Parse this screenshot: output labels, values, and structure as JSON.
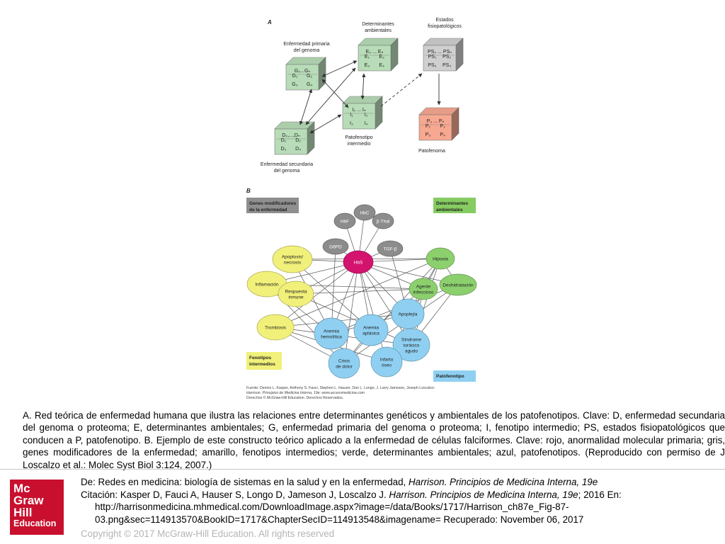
{
  "figure": {
    "panelA": {
      "label": "A",
      "primary_title": [
        "Enfermedad primaria",
        "del genoma"
      ],
      "primary_top": "G₀...Gₙ",
      "primary_cells": [
        "G₁",
        "G₂",
        "G₃",
        "G₄"
      ],
      "env_title": [
        "Determinantes",
        "ambientales"
      ],
      "env_top": "E₀ ... Eₙ",
      "env_cells": [
        "E₁",
        "E₂",
        "E₃",
        "E₄"
      ],
      "ps_title": [
        "Estados",
        "fisiopatológicos"
      ],
      "ps_top": "PS₀ ... PSₙ",
      "ps_cells": [
        "PS₁",
        "PS₂",
        "PS₃",
        "PS₄"
      ],
      "int_top": "I₀ ... Iₙ",
      "int_cells": [
        "I₁",
        "I₂",
        "I₃",
        "I₄"
      ],
      "int_label": [
        "Patofenotipo",
        "intermedio"
      ],
      "sec_top": "D₀,...,Dₙ",
      "sec_cells": [
        "D₁",
        "D₂",
        "D₃",
        "D₄"
      ],
      "sec_label": [
        "Enfermedad secundaria",
        "del genoma"
      ],
      "pheno_top": "P₀ ... Pₙ",
      "pheno_cells": [
        "P₁",
        "P₂",
        "P₃",
        "P₄"
      ],
      "pheno_label": "Patofenoma"
    },
    "panelB": {
      "label": "B",
      "legend_modifiers": [
        "Genes modificadores",
        "de la enfermedad"
      ],
      "legend_environment": [
        "Determinantes",
        "ambientales"
      ],
      "legend_intermediate": [
        "Fenotipos",
        "intermedios"
      ],
      "legend_pathophenotype": "Patofenotipo",
      "nodes": {
        "hbs": "HbS",
        "hbf": "HbF",
        "hbc": "HbC",
        "bthal": "β-Thal",
        "g6pd": "G6PD",
        "tgfb": "TGF-β",
        "apoptosis": [
          "Apoptosis/",
          "necrosis"
        ],
        "inflamacion": "Inflamación",
        "respuesta": [
          "Respuesta",
          "inmune"
        ],
        "trombosis": "Trombosis",
        "hipoxia": "Hipoxia",
        "agente": [
          "Agente",
          "infeccioso"
        ],
        "deshidratacion": "Deshidratación",
        "apoplejia": "Apoplejía",
        "anemia_hem": [
          "Anemia",
          "hemolítica"
        ],
        "anemia_apl": [
          "Anemia",
          "aplásica"
        ],
        "sindrome": [
          "Síndrome",
          "torácico",
          "agudo"
        ],
        "crisis": [
          "Crisis",
          "de dolor"
        ],
        "infarto": [
          "Infarto",
          "óseo"
        ]
      },
      "source": [
        "Fuente: Dennis L. Kasper, Anthony S. Fauci, Stephen L. Hauser, Dan L. Longo, J. Larry Jameson, Joseph Loscalzo:",
        "Harrison. Principios de Medicina Interna, 19e: www.accessmedicina.com",
        "Derechos © McGraw-Hill Education. Derechos Reservados."
      ]
    },
    "colors": {
      "red_node": "#d4136f",
      "gray_node": "#8c8c8c",
      "yellow_node": "#f1f07a",
      "green_node": "#8cd06e",
      "blue_node": "#8fd0f2",
      "green_cube": "#b8dcb8",
      "gray_cube": "#cfcfcf",
      "salmon_cube": "#f7a890"
    }
  },
  "caption": "A. Red teórica de enfermedad humana que ilustra las relaciones entre determinantes genéticos y ambientales de los patofenotipos. Clave: D, enfermedad secundaria del genoma o proteoma; E, determinantes ambientales; G, enfermedad primaria del genoma o proteoma; I, fenotipo intermedio; PS, estados fisiopatológicos que conducen a P, patofenotipo. B. Ejemplo de este constructo teórico aplicado a la enfermedad de células falciformes. Clave: rojo, anormalidad molecular primaria; gris, genes modificadores de la enfermedad; amarillo, fenotipos intermedios; verde, determinantes ambientales; azul, patofenotipos. (Reproducido con permiso de J Loscalzo et al.: Molec Syst Biol 3:124, 2007.)",
  "logo": {
    "line1": "Mc",
    "line2": "Graw",
    "line3": "Hill",
    "line4": "Education"
  },
  "citation": {
    "de_prefix": "De: Redes en medicina: biología de sistemas en la salud y en la enfermedad, ",
    "book_title": "Harrison. Principios de Medicina Interna, 19e",
    "cite_prefix": "Citación: Kasper D, Fauci A, Hauser S, Longo D, Jameson J, Loscalzo J",
    "cite_sep": ". ",
    "cite_book": "Harrison. Principios de Medicina Interna, 19e",
    "cite_suffix": "; 2016 En:",
    "url_line1": "http://harrisonmedicina.mhmedical.com/DownloadImage.aspx?image=/data/Books/1717/Harrison_ch87e_Fig-87-",
    "url_line2": "03.png&sec=114913570&BookID=1717&ChapterSecID=114913548&imagename= Recuperado: November 06, 2017"
  },
  "copyright": "Copyright © 2017 McGraw-Hill Education. All rights reserved"
}
